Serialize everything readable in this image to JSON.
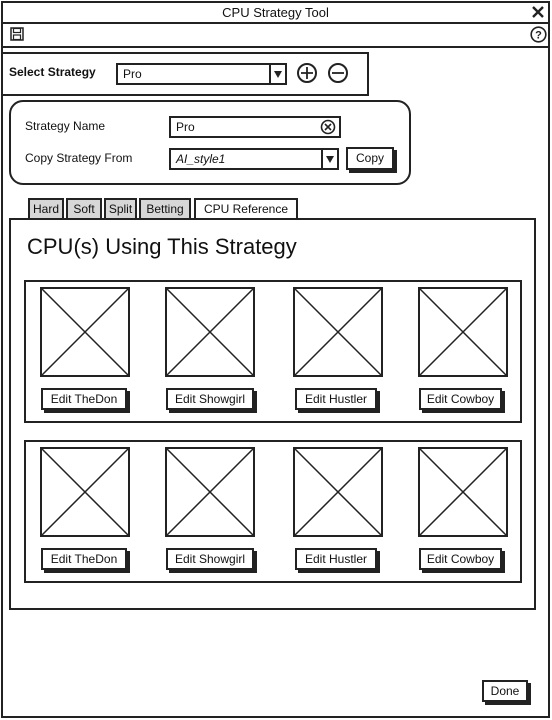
{
  "window": {
    "title": "CPU Strategy Tool"
  },
  "select_strategy": {
    "label": "Select Strategy",
    "value": "Pro"
  },
  "details": {
    "name_label": "Strategy Name",
    "name_value": "Pro",
    "copy_label": "Copy Strategy From",
    "copy_value": "AI_style1",
    "copy_button": "Copy"
  },
  "tabs": [
    {
      "label": "Hard"
    },
    {
      "label": "Soft"
    },
    {
      "label": "Split"
    },
    {
      "label": "Betting"
    },
    {
      "label": "CPU Reference"
    }
  ],
  "heading": "CPU(s) Using This Strategy",
  "rows": [
    {
      "buttons": [
        "Edit TheDon",
        "Edit Showgirl",
        "Edit Hustler",
        "Edit Cowboy"
      ]
    },
    {
      "buttons": [
        "Edit TheDon",
        "Edit Showgirl",
        "Edit Hustler",
        "Edit Cowboy"
      ]
    }
  ],
  "done_button": "Done"
}
